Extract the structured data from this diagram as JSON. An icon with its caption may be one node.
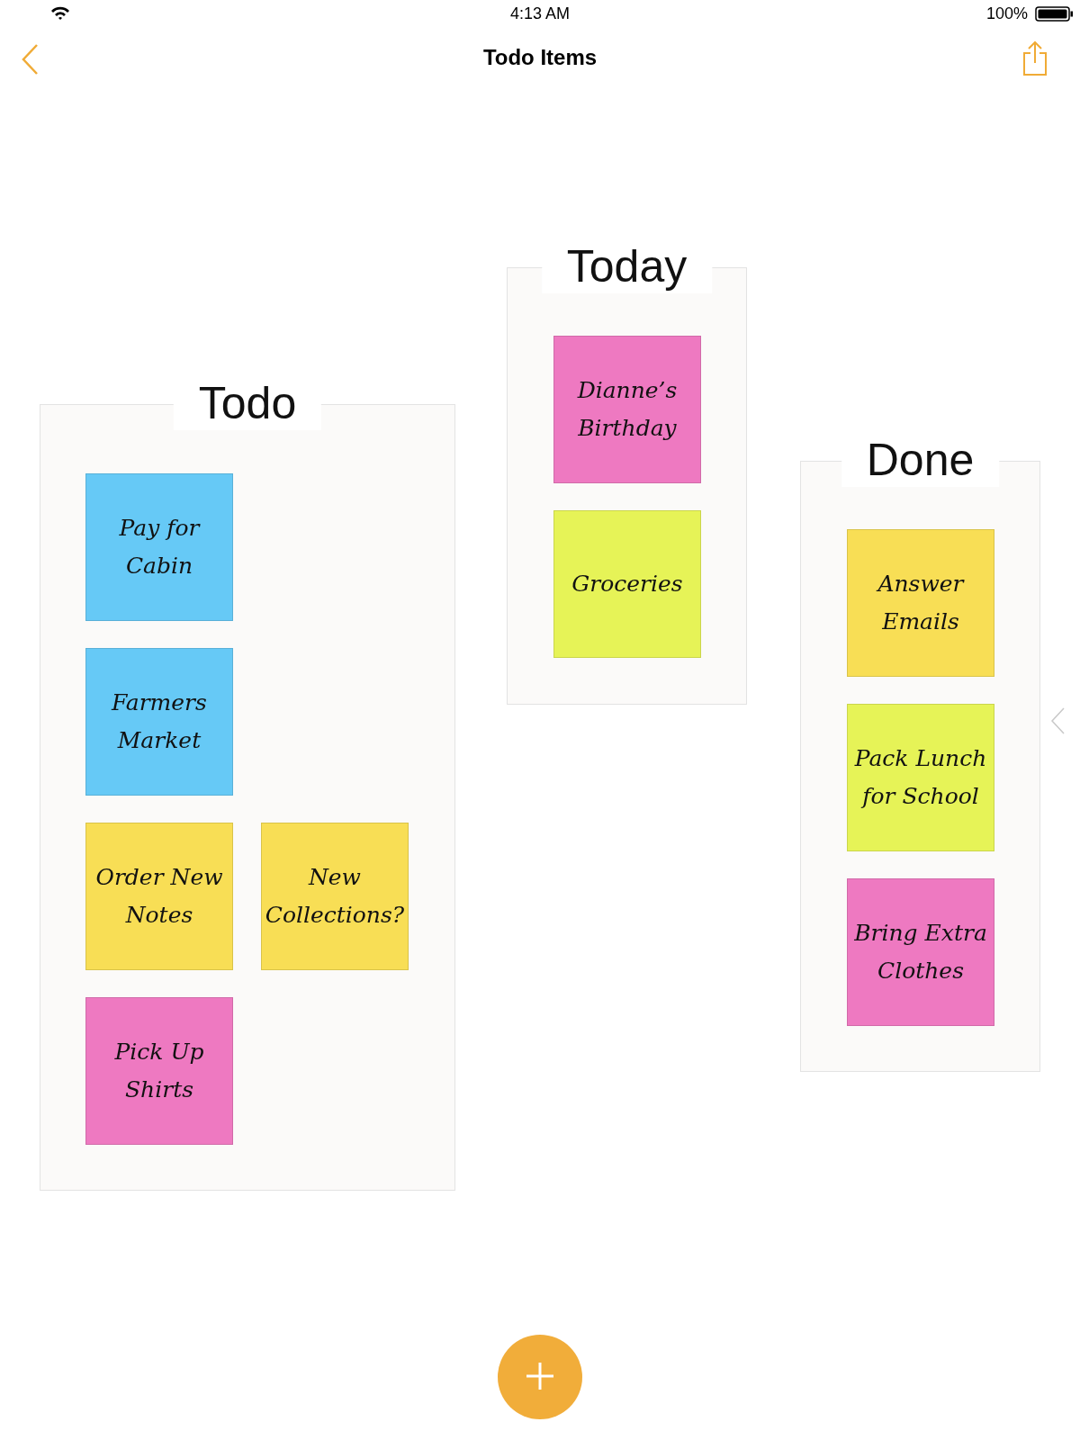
{
  "diagram": {
    "title": "Todo Items",
    "nodes": [
      {
        "text": [
          "Todo"
        ]
      },
      {
        "text": [
          "Pay for Cabin"
        ],
        "in": 0
      },
      {
        "text": [
          "Farmers Market"
        ],
        "in": 0
      },
      {
        "text": [
          "Order New Notes"
        ],
        "in": 0
      },
      {
        "text": [
          "New Collections?"
        ],
        "in": 0
      },
      {
        "text": [
          "Pick Up Shirts"
        ],
        "in": 0
      },
      {
        "text": [
          "Today"
        ]
      },
      {
        "text": [
          "Dianne’s Birthday"
        ],
        "in": 6
      },
      {
        "text": [
          "Groceries"
        ],
        "in": 6
      },
      {
        "text": [
          "Done"
        ]
      },
      {
        "text": [
          "Answer Emails"
        ],
        "in": 9
      },
      {
        "text": [
          "Pack Lunch for School"
        ],
        "in": 9
      },
      {
        "text": [
          "Bring Extra Clothes"
        ],
        "in": 9
      }
    ],
    "edges": [],
    "labels": [
      "4:13 AM",
      "100%"
    ]
  }
}
